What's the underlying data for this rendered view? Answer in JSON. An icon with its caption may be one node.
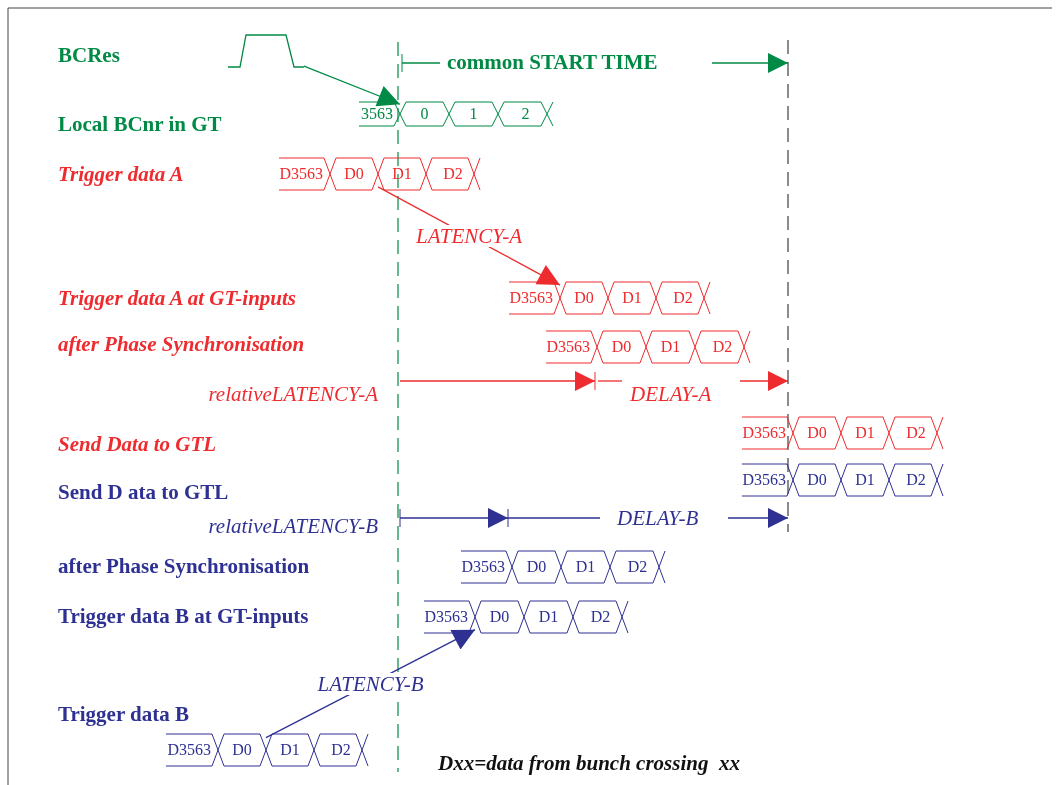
{
  "diagram": {
    "nodes": [
      {
        "text": [],
        "shape": "picture"
      },
      {
        "text": [
          "3563"
        ]
      },
      {
        "text": [
          "0"
        ]
      },
      {
        "text": [
          "1"
        ]
      },
      {
        "text": [
          "2"
        ]
      },
      {
        "text": [
          "D3563"
        ]
      },
      {
        "text": [
          "D0"
        ]
      },
      {
        "text": [
          "D1"
        ]
      },
      {
        "text": [
          "D2"
        ]
      },
      {
        "text": [
          "D3563"
        ]
      },
      {
        "text": [
          "D0"
        ]
      },
      {
        "text": [
          "D1"
        ]
      },
      {
        "text": [
          "D2"
        ]
      },
      {
        "text": [
          "D3563"
        ]
      },
      {
        "text": [
          "D0"
        ]
      },
      {
        "text": [
          "D1"
        ]
      },
      {
        "text": [
          "D2"
        ]
      },
      {
        "text": [
          "D3563"
        ]
      },
      {
        "text": [
          "D0"
        ]
      },
      {
        "text": [
          "D1"
        ]
      },
      {
        "text": [
          "D2"
        ]
      },
      {
        "text": [
          "D3563"
        ]
      },
      {
        "text": [
          "D0"
        ]
      },
      {
        "text": [
          "D1"
        ]
      },
      {
        "text": [
          "D2"
        ]
      },
      {
        "text": [
          "D3563"
        ]
      },
      {
        "text": [
          "D0"
        ]
      },
      {
        "text": [
          "D1"
        ]
      },
      {
        "text": [
          "D2"
        ]
      },
      {
        "text": [
          "D3563"
        ]
      },
      {
        "text": [
          "D0"
        ]
      },
      {
        "text": [
          "D1"
        ]
      },
      {
        "text": [
          "D2"
        ]
      },
      {
        "text": [
          "D3563"
        ]
      },
      {
        "text": [
          "D0"
        ]
      },
      {
        "text": [
          "D1"
        ]
      },
      {
        "text": [
          "D2"
        ]
      }
    ],
    "edges": [
      {
        "from": 0,
        "to": 2,
        "arrow": "to",
        "color": "#008a45"
      },
      {
        "from": 6,
        "to": 10,
        "arrow": "to",
        "label": "LATENCY-A",
        "color": "#ee2b2e"
      },
      {
        "from": 34,
        "to": 30,
        "arrow": "to",
        "label": "LATENCY-B",
        "color": "#2e3192"
      }
    ],
    "labels": [
      "BCRes",
      "common START TIME",
      "Local BCnr in GT",
      "Trigger data A",
      "Trigger data A at GT-inputs",
      "after Phase Synchronisation",
      "relativeLATENCY-A",
      "DELAY-A",
      "Send Data to GTL",
      "Send D ata to GTL",
      "relativeLATENCY-B",
      "DELAY-B",
      "after Phase Synchronisation",
      "Trigger data B at GT-inputs",
      "Trigger data B",
      "Dxx=data from bunch crossing  xx"
    ]
  }
}
